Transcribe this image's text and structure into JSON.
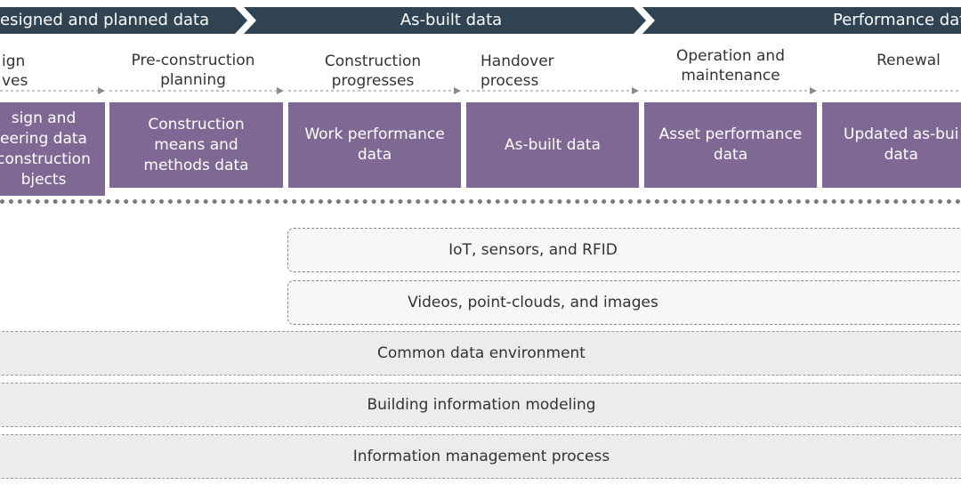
{
  "header": {
    "segments": [
      {
        "label": "esigned and planned data"
      },
      {
        "label": "As-built data"
      },
      {
        "label": "Performance dat"
      }
    ]
  },
  "phases": [
    {
      "label": "ign\nves"
    },
    {
      "label": "Pre-construction\nplanning"
    },
    {
      "label": "Construction\nprogresses"
    },
    {
      "label": "Handover\nprocess"
    },
    {
      "label": "Operation and\nmaintenance"
    },
    {
      "label": "Renewal"
    }
  ],
  "data_boxes": [
    {
      "label": "sign and\neering data\nconstruction\nbjects"
    },
    {
      "label": "Construction\nmeans and\nmethods data"
    },
    {
      "label": "Work performance\ndata"
    },
    {
      "label": "As-built data"
    },
    {
      "label": "Asset performance\ndata"
    },
    {
      "label": "Updated as-bui\ndata"
    }
  ],
  "technologies": [
    {
      "label": "IoT, sensors, and RFID"
    },
    {
      "label": "Videos, point-clouds, and images"
    }
  ],
  "foundations": [
    {
      "label": "Common data environment"
    },
    {
      "label": "Building information modeling"
    },
    {
      "label": "Information management process"
    }
  ],
  "colors": {
    "ribbon": "#2f4353",
    "box": "#7f6893",
    "band": "#ececec",
    "dashes": "#888888"
  }
}
